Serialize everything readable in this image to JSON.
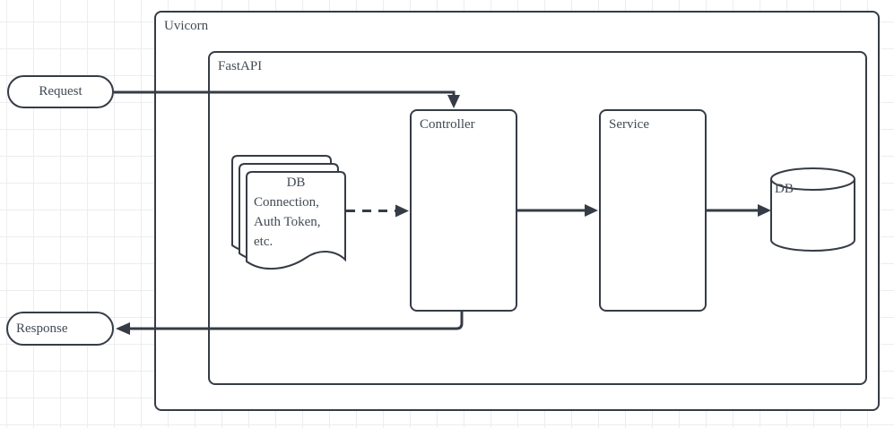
{
  "diagram": {
    "outer_container": {
      "label": "Uvicorn"
    },
    "inner_container": {
      "label": "FastAPI"
    },
    "nodes": {
      "request": {
        "label": "Request",
        "shape": "pill"
      },
      "response": {
        "label": "Response",
        "shape": "pill"
      },
      "controller": {
        "label": "Controller",
        "shape": "rounded-rectangle"
      },
      "service": {
        "label": "Service",
        "shape": "rounded-rectangle"
      },
      "database": {
        "label": "DB",
        "shape": "cylinder"
      },
      "config_note": {
        "shape": "document-stack",
        "lines": [
          "DB",
          "Connection,",
          "Auth Token,",
          "etc."
        ],
        "full_text": "DB Connection, Auth Token, etc."
      }
    },
    "edges": [
      {
        "from": "request",
        "to": "controller",
        "style": "solid",
        "direction": "into top of Controller"
      },
      {
        "from": "config_note",
        "to": "controller",
        "style": "dashed",
        "direction": "right"
      },
      {
        "from": "controller",
        "to": "service",
        "style": "solid",
        "direction": "right"
      },
      {
        "from": "service",
        "to": "database",
        "style": "solid",
        "direction": "right"
      },
      {
        "from": "controller",
        "to": "response",
        "style": "solid",
        "direction": "out bottom of Controller, left"
      }
    ],
    "colors": {
      "stroke": "#363c46",
      "text": "#414a55",
      "grid": "#ededef",
      "background": "#ffffff",
      "shape_fill": "#ffffff"
    }
  }
}
